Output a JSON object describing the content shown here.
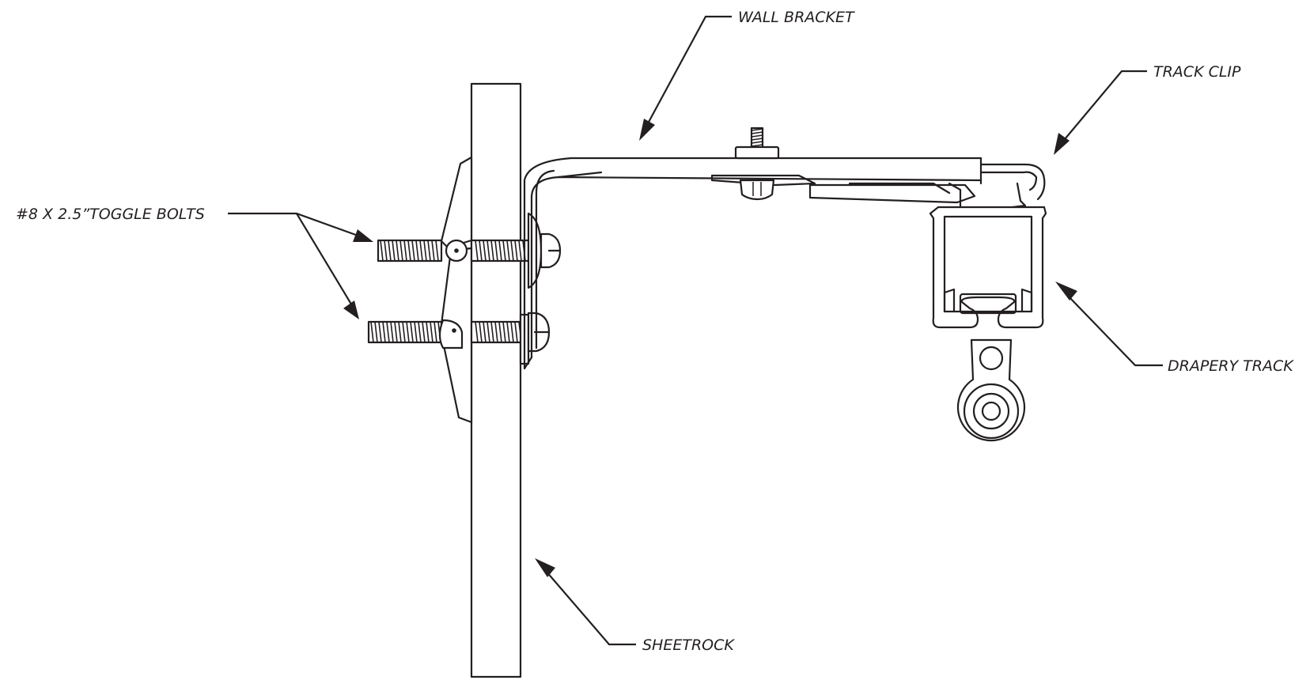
{
  "labels": {
    "wall_bracket": "WALL BRACKET",
    "track_clip": "TRACK CLIP",
    "toggle_bolts": "#8 X 2.5”TOGGLE BOLTS",
    "drapery_track": "DRAPERY TRACK",
    "sheetrock": "SHEETROCK"
  },
  "colors": {
    "line": "#231f20",
    "background": "#ffffff"
  }
}
